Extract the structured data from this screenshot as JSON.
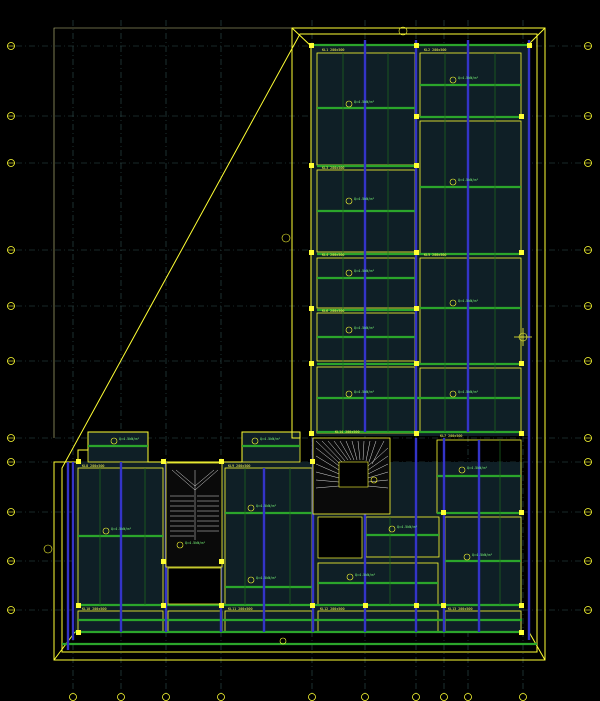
{
  "colors": {
    "background": "#000000",
    "grid_line": "#2e4f4f",
    "grid_bubble": "#ffff33",
    "wall": "#ffff33",
    "slab_fill": "#0f1f26",
    "beam_green": "#2ba52b",
    "beam_blue": "#3434c8",
    "thin_green": "#1e6e1e"
  },
  "slab_labels": [
    {
      "id": "s1",
      "text": "Q=4.5kN/m²"
    },
    {
      "id": "s2",
      "text": "Q=4.5kN/m²"
    },
    {
      "id": "s3",
      "text": "Q=4.5kN/m²"
    },
    {
      "id": "s4",
      "text": "Q=4.5kN/m²"
    },
    {
      "id": "s5",
      "text": "Q=4.5kN/m²"
    },
    {
      "id": "s6",
      "text": "Q=4.5kN/m²"
    },
    {
      "id": "s7",
      "text": "Q=4.5kN/m²"
    },
    {
      "id": "s8",
      "text": "Q=4.5kN/m²"
    },
    {
      "id": "s9",
      "text": "Q=4.5kN/m²"
    },
    {
      "id": "s10",
      "text": "Q=4.5kN/m²"
    },
    {
      "id": "s11",
      "text": "Q=4.5kN/m²"
    },
    {
      "id": "s12",
      "text": "Q=4.5kN/m²"
    },
    {
      "id": "s13",
      "text": "Q=4.5kN/m²"
    },
    {
      "id": "s14",
      "text": "Q=4.5kN/m²"
    },
    {
      "id": "s15",
      "text": "Q=4.5kN/m²"
    },
    {
      "id": "s16",
      "text": "Q=4.5kN/m²"
    },
    {
      "id": "s17",
      "text": "Q=4.5kN/m²"
    },
    {
      "id": "s18",
      "text": "Q=4.5kN/m²"
    },
    {
      "id": "s19",
      "text": "Q=4.5kN/m²"
    }
  ],
  "beam_labels": [
    {
      "id": "b1",
      "text": "KL1 200x500"
    },
    {
      "id": "b2",
      "text": "KL2 200x500"
    },
    {
      "id": "b3",
      "text": "KL3 200x500"
    },
    {
      "id": "b4",
      "text": "KL4 200x500"
    },
    {
      "id": "b5",
      "text": "KL5 200x500"
    },
    {
      "id": "b6",
      "text": "KL6 200x500"
    },
    {
      "id": "b7",
      "text": "KL7 200x500"
    },
    {
      "id": "b8",
      "text": "KL8 200x500"
    },
    {
      "id": "b9",
      "text": "KL9 200x500"
    },
    {
      "id": "b10",
      "text": "KL10 200x500"
    },
    {
      "id": "b11",
      "text": "KL11 200x500"
    },
    {
      "id": "b12",
      "text": "KL12 200x500"
    },
    {
      "id": "b13",
      "text": "KL13 200x500"
    },
    {
      "id": "b14",
      "text": "KL14 200x500"
    }
  ]
}
